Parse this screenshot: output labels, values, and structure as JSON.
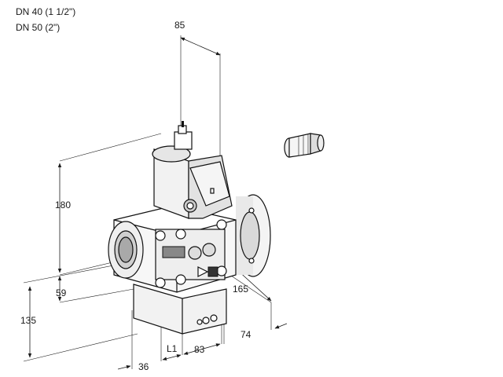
{
  "header": {
    "line1": "DN 40 (1 1/2\")",
    "line2": "DN 50 (2\")"
  },
  "dimensions": {
    "top_width": "85",
    "height_upper": "180",
    "height_mid": "59",
    "height_lower": "135",
    "depth_right": "165",
    "offset_right": "74",
    "bottom_left": "36",
    "bottom_l1": "L1",
    "bottom_mid": "83"
  },
  "icons": [
    "valve-body-icon",
    "cable-gland-icon",
    "arrow-icon"
  ]
}
